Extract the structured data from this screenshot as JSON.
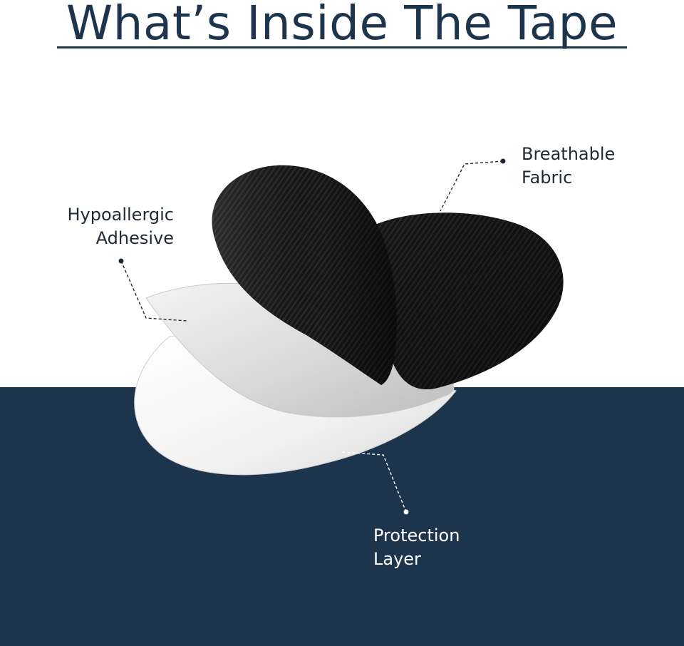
{
  "title": "What’s Inside The Tape",
  "colors": {
    "navy": "#1d344d",
    "fabric": "#161616",
    "adhesive": "#e4e4e4",
    "protection_layer": "#f3f3f3",
    "label_dark": "#1f2a36",
    "label_light": "#ffffff"
  },
  "layers": [
    {
      "label_lines": [
        "Breathable",
        "Fabric"
      ]
    },
    {
      "label_lines": [
        "Hypoallergic",
        "Adhesive"
      ]
    },
    {
      "label_lines": [
        "Protection",
        "Layer"
      ]
    }
  ]
}
